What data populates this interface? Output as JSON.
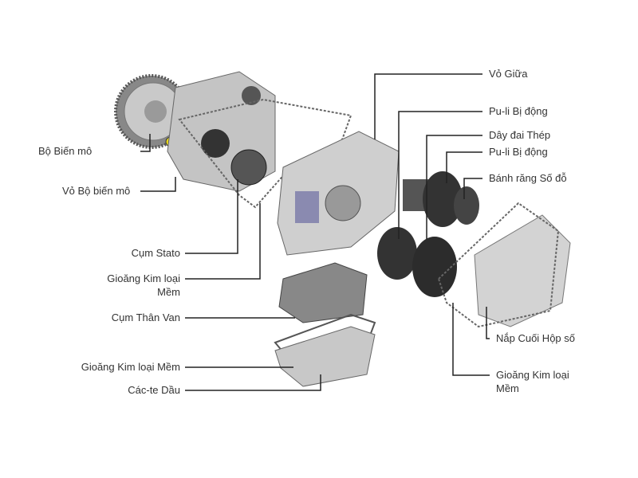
{
  "labels": {
    "torque_converter": "Bộ Biến mô",
    "converter_housing": "Vỏ Bộ biến mô",
    "stator_assembly": "Cụm Stato",
    "gasket_upper_line1": "Gioăng Kim loại",
    "gasket_upper_line2": "Mềm",
    "valve_body": "Cụm Thân Van",
    "gasket_lower": "Gioăng Kim loại Mềm",
    "oil_pan": "Các-te Dầu",
    "middle_case": "Vỏ Giữa",
    "driven_pulley_1": "Pu-li Bị động",
    "steel_belt": "Dây đai Thép",
    "driven_pulley_2": "Pu-li Bị động",
    "parking_gear": "Bánh răng Số đỗ",
    "end_cover": "Nắp Cuối Hộp số",
    "gasket_right_line1": "Gioăng Kim loại",
    "gasket_right_line2": "Mềm"
  },
  "colors": {
    "metal": "#b9b9b9",
    "dark": "#3a3a3a",
    "line": "#222222",
    "accent": "#e8d81c"
  }
}
